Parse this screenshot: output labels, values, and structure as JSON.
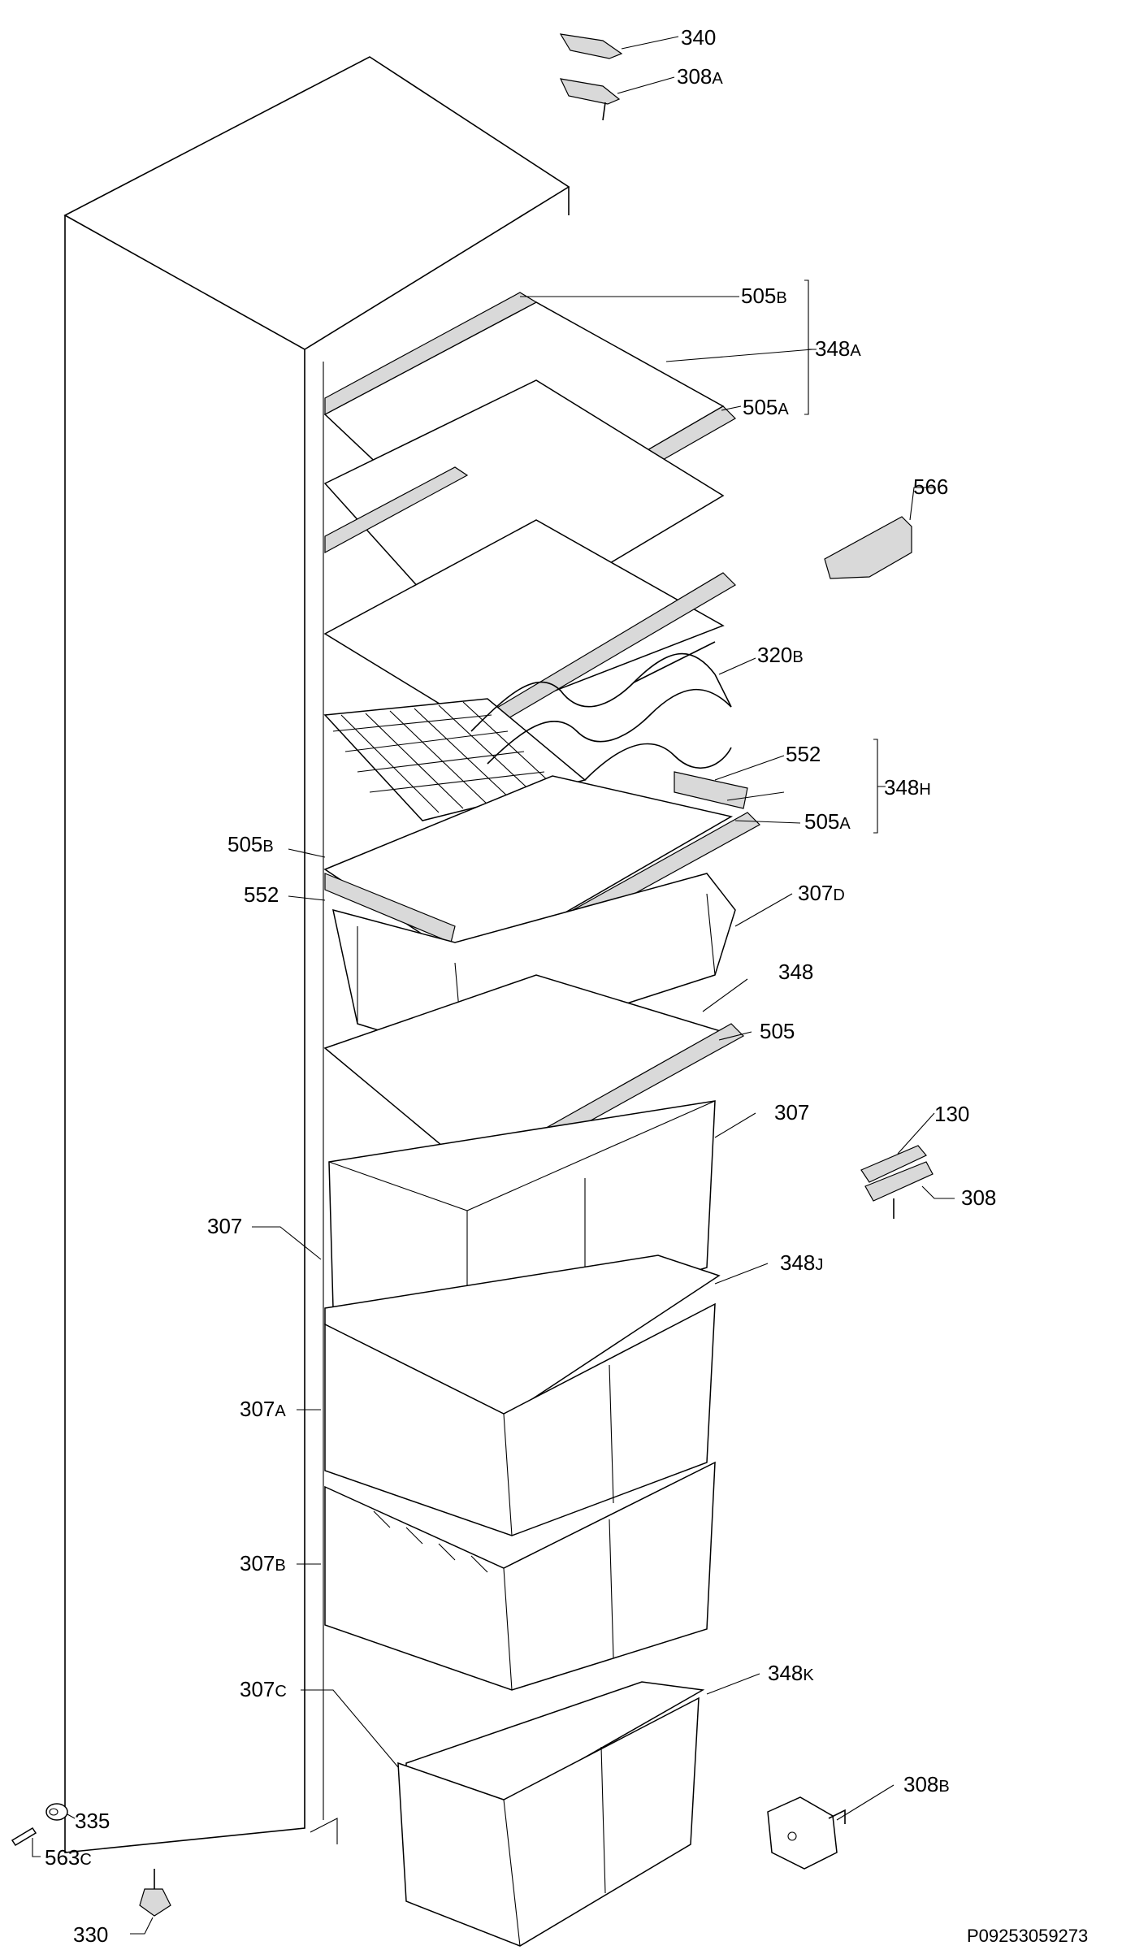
{
  "diagram": {
    "code": "P09253059273",
    "labels": {
      "l340": "340",
      "l308A": "308",
      "l505B_top": "505",
      "l348A": "348",
      "l505A_top": "505",
      "l566": "566",
      "l320B": "320",
      "l552_right": "552",
      "l348H": "348",
      "l505B_left": "505",
      "l505A_mid": "505",
      "l552_left": "552",
      "l307D": "307",
      "l348": "348",
      "l505": "505",
      "l307_right": "307",
      "l130": "130",
      "l308": "308",
      "l307_left": "307",
      "l348J": "348",
      "l307A": "307",
      "l307B": "307",
      "l307C": "307",
      "l348K": "348",
      "l308B": "308",
      "l335": "335",
      "l563C": "563",
      "l330": "330"
    },
    "suffixes": {
      "s308A": "A",
      "s505B_top": "B",
      "s348A": "A",
      "s505A_top": "A",
      "s320B": "B",
      "s348H": "H",
      "s505B_left": "B",
      "s505A_mid": "A",
      "s307D": "D",
      "s348J": "J",
      "s307A": "A",
      "s307B": "B",
      "s307C": "C",
      "s348K": "K",
      "s308B": "B",
      "s563C": "C"
    }
  }
}
